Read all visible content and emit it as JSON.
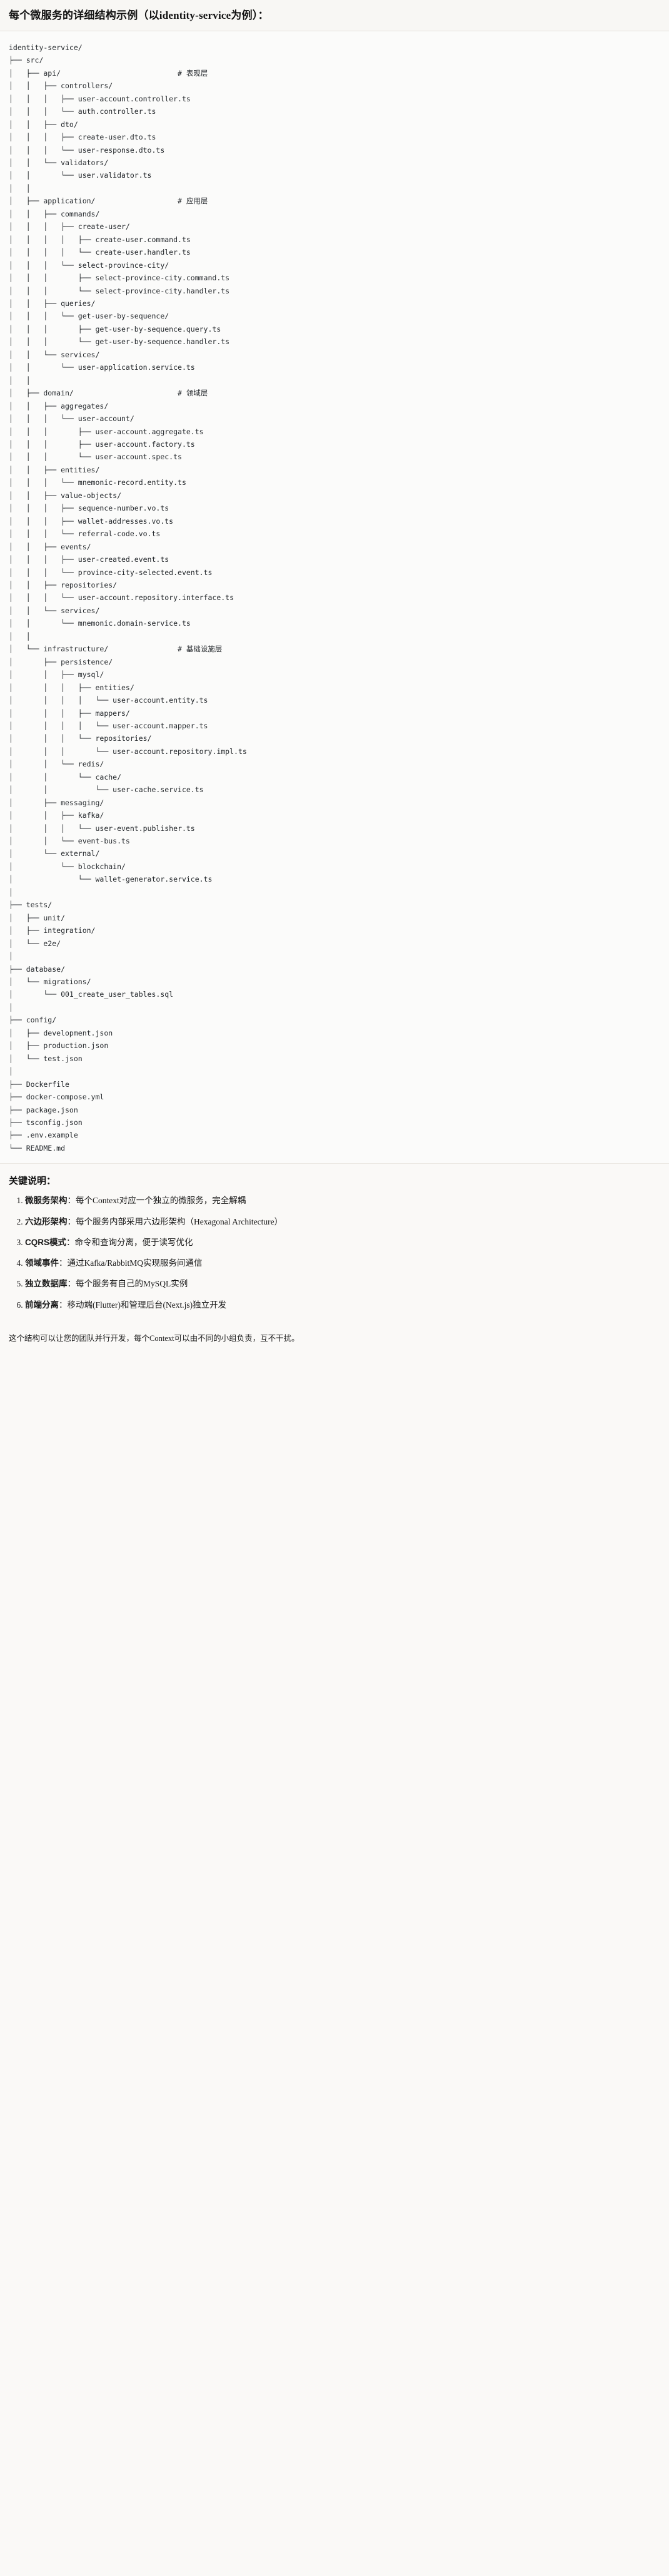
{
  "header": {
    "title": "每个微服务的详细结构示例（以identity-service为例）："
  },
  "tree": {
    "root": "identity-service/",
    "text": "identity-service/\n├── src/\n│   ├── api/                           # 表现层\n│   │   ├── controllers/\n│   │   │   ├── user-account.controller.ts\n│   │   │   └── auth.controller.ts\n│   │   ├── dto/\n│   │   │   ├── create-user.dto.ts\n│   │   │   └── user-response.dto.ts\n│   │   └── validators/\n│   │       └── user.validator.ts\n│   │\n│   ├── application/                   # 应用层\n│   │   ├── commands/\n│   │   │   ├── create-user/\n│   │   │   │   ├── create-user.command.ts\n│   │   │   │   └── create-user.handler.ts\n│   │   │   └── select-province-city/\n│   │   │       ├── select-province-city.command.ts\n│   │   │       └── select-province-city.handler.ts\n│   │   ├── queries/\n│   │   │   └── get-user-by-sequence/\n│   │   │       ├── get-user-by-sequence.query.ts\n│   │   │       └── get-user-by-sequence.handler.ts\n│   │   └── services/\n│   │       └── user-application.service.ts\n│   │\n│   ├── domain/                        # 领域层\n│   │   ├── aggregates/\n│   │   │   └── user-account/\n│   │   │       ├── user-account.aggregate.ts\n│   │   │       ├── user-account.factory.ts\n│   │   │       └── user-account.spec.ts\n│   │   ├── entities/\n│   │   │   └── mnemonic-record.entity.ts\n│   │   ├── value-objects/\n│   │   │   ├── sequence-number.vo.ts\n│   │   │   ├── wallet-addresses.vo.ts\n│   │   │   └── referral-code.vo.ts\n│   │   ├── events/\n│   │   │   ├── user-created.event.ts\n│   │   │   └── province-city-selected.event.ts\n│   │   ├── repositories/\n│   │   │   └── user-account.repository.interface.ts\n│   │   └── services/\n│   │       └── mnemonic.domain-service.ts\n│   │\n│   └── infrastructure/                # 基础设施层\n│       ├── persistence/\n│       │   ├── mysql/\n│       │   │   ├── entities/\n│       │   │   │   └── user-account.entity.ts\n│       │   │   ├── mappers/\n│       │   │   │   └── user-account.mapper.ts\n│       │   │   └── repositories/\n│       │   │       └── user-account.repository.impl.ts\n│       │   └── redis/\n│       │       └── cache/\n│       │           └── user-cache.service.ts\n│       ├── messaging/\n│       │   ├── kafka/\n│       │   │   └── user-event.publisher.ts\n│       │   └── event-bus.ts\n│       └── external/\n│           └── blockchain/\n│               └── wallet-generator.service.ts\n│\n├── tests/\n│   ├── unit/\n│   ├── integration/\n│   └── e2e/\n│\n├── database/\n│   └── migrations/\n│       └── 001_create_user_tables.sql\n│\n├── config/\n│   ├── development.json\n│   ├── production.json\n│   └── test.json\n│\n├── Dockerfile\n├── docker-compose.yml\n├── package.json\n├── tsconfig.json\n├── .env.example\n└── README.md",
    "layer_comments": [
      "# 表现层",
      "# 应用层",
      "# 领域层",
      "# 基础设施层"
    ]
  },
  "notes": {
    "title": "关键说明：",
    "items": [
      {
        "key": "微服务架构",
        "sep": "：",
        "value": "每个Context对应一个独立的微服务，完全解耦"
      },
      {
        "key": "六边形架构",
        "sep": "：",
        "value": "每个服务内部采用六边形架构（Hexagonal Architecture）"
      },
      {
        "key": "CQRS模式",
        "sep": "：",
        "value": "命令和查询分离，便于读写优化"
      },
      {
        "key": "领域事件",
        "sep": "：",
        "value": "通过Kafka/RabbitMQ实现服务间通信"
      },
      {
        "key": "独立数据库",
        "sep": "：",
        "value": "每个服务有自己的MySQL实例"
      },
      {
        "key": "前端分离",
        "sep": "：",
        "value": "移动端(Flutter)和管理后台(Next.js)独立开发"
      }
    ],
    "closing": "这个结构可以让您的团队并行开发，每个Context可以由不同的小组负责，互不干扰。"
  }
}
